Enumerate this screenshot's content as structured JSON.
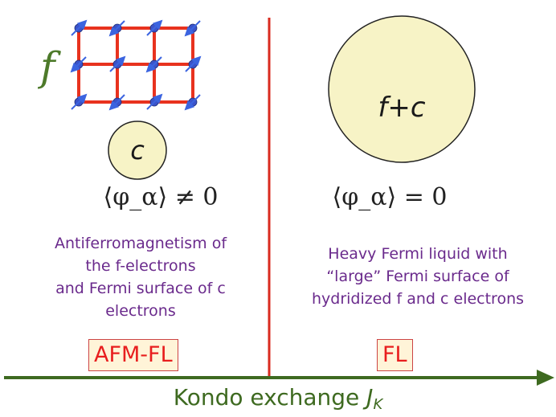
{
  "left_panel": {
    "lattice_label": "f",
    "small_circle_label": "c",
    "order_parameter": "⟨φ_α⟩ ≠ 0",
    "description": [
      "Antiferromagnetism of",
      "the f-electrons",
      "and Fermi surface of c",
      "electrons"
    ],
    "phase_label": "AFM-FL"
  },
  "right_panel": {
    "large_circle_label": "f+c",
    "order_parameter": "⟨φ_α⟩ = 0",
    "description": [
      "Heavy Fermi liquid with",
      "“large” Fermi surface of",
      "hydridized f and c electrons"
    ],
    "phase_label": "FL"
  },
  "axis": {
    "label": "Kondo exchange",
    "symbol": "J",
    "subscript": "K"
  },
  "colors": {
    "lattice": "#e8321e",
    "site": "#3b53c9",
    "spin_arrow": "#3b64e0",
    "circle_fill": "#f7f3c6",
    "divider": "#d92b1f",
    "axis": "#3e6a20",
    "description_text": "#6a2a8c",
    "phase_text": "#e81e1e",
    "phase_box_fill": "#fff4d8",
    "lattice_label": "#4d7a2a"
  }
}
